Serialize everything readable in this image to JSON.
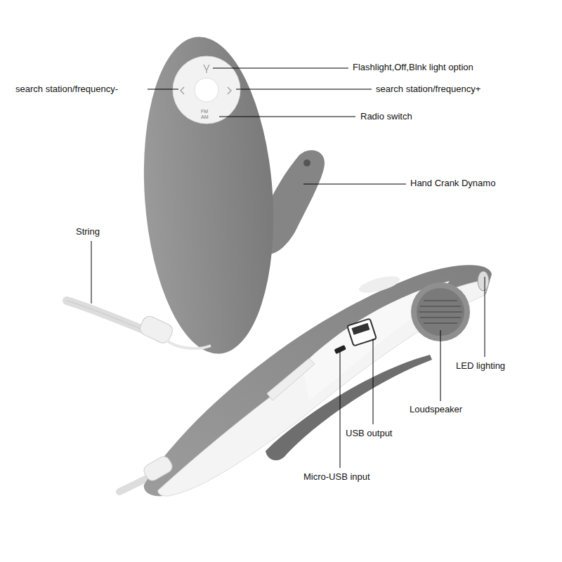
{
  "diagram": {
    "labels": [
      "Flashlight,Off,Blnk light option",
      "search station/frequency-",
      "search station/frequency+",
      "Radio switch",
      "Hand Crank Dynamo",
      "String",
      "LED lighting",
      "Loudspeaker",
      "USB output",
      "Micro-USB input",
      "FM",
      "AM"
    ]
  }
}
